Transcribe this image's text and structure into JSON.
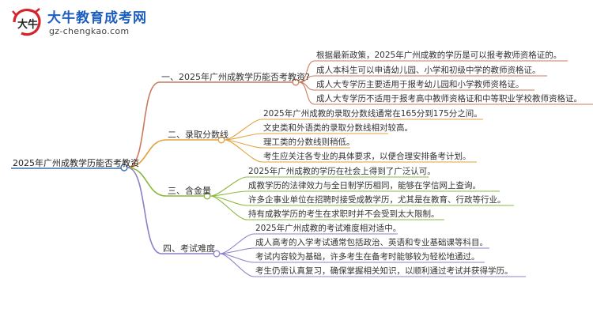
{
  "logo": {
    "title": "大牛教育成考网",
    "url": "gz-chengkao.com",
    "mark_text": "大牛"
  },
  "root": {
    "label": "2025年广州成教学历能否考教资"
  },
  "branches": [
    {
      "label": "一、2025年广州成教学历能否考教资?",
      "color": "#c97a5c",
      "leaves": [
        "根据最新政策，2025年广州成教的学历是可以报考教师资格证的。",
        "成人本科生可以申请幼儿园、小学和初级中学的教师资格证。",
        "成人大专学历主要适用于报考幼儿园和小学教师资格证。",
        "成人大专学历不适用于报考高中教师资格证和中等职业学校教师资格证。"
      ]
    },
    {
      "label": "二、录取分数线",
      "color": "#e2a23a",
      "leaves": [
        "2025年广州成教的录取分数线通常在165分到175分之间。",
        "文史类和外语类的录取分数线相对较高。",
        "理工类的分数线则稍低。",
        "考生应关注各专业的具体要求，以便合理安排备考计划。"
      ]
    },
    {
      "label": "三、含金量",
      "color": "#8ab83a",
      "leaves": [
        "2025年广州成教的学历在社会上得到了广泛认可。",
        "成教学历的法律效力与全日制学历相同，能够在学信网上查询。",
        "许多企事业单位在招聘时接受成教学历，尤其是在教育、行政等行业。",
        "持有成教学历的考生在求职时并不会受到太大限制。"
      ]
    },
    {
      "label": "四、考试难度",
      "color": "#8f7fc8",
      "leaves": [
        "2025年广州成教的考试难度相对适中。",
        "成人高考的入学考试通常包括政治、英语和专业基础课等科目。",
        "考试内容较为基础，许多考生在备考时能够较为轻松地通过。",
        "考生仍需认真复习，确保掌握相关知识，以顺利通过考试并获得学历。"
      ]
    }
  ],
  "colors": {
    "root_line": "#3b6ea8",
    "logo_blue": "#1d5fbf"
  }
}
